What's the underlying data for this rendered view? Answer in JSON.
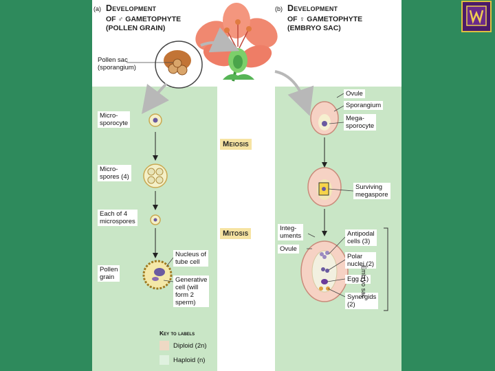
{
  "figure": {
    "part_a": {
      "marker": "(a)",
      "title_word": "Development",
      "subtitle": "OF ♂ GAMETOPHYTE\n(POLLEN GRAIN)"
    },
    "part_b": {
      "marker": "(b)",
      "title_word": "Development",
      "subtitle": "OF ♀ GAMETOPHYTE\n(EMBRYO SAC)"
    },
    "pollen_sac_label": "Pollen sac\n(sporangium)",
    "stage_labels": {
      "meiosis": "Meiosis",
      "mitosis": "Mitosis"
    },
    "male_labels": {
      "microsporocyte": "Micro-\nsporocyte",
      "microspores": "Micro-\nspores (4)",
      "each_of_4": "Each of 4\nmicrospores",
      "pollen_grain": "Pollen\ngrain",
      "nucleus_tube_cell": "Nucleus of\ntube cell",
      "generative_cell": "Generative\ncell (will\nform 2\nsperm)"
    },
    "female_labels": {
      "ovule": "Ovule",
      "sporangium": "Sporangium",
      "megasporocyte": "Mega-\nsporocyte",
      "surviving_megaspore": "Surviving\nmegaspore",
      "integuments": "Integ-\numents",
      "ovule_2": "Ovule",
      "antipodal_cells": "Antipodal\ncells (3)",
      "polar_nuclei": "Polar\nnuclei (2)",
      "egg": "Egg (1)",
      "synergids": "Synergids\n(2)",
      "embryo_sac": "Embryo sac"
    },
    "key": {
      "title": "Key to labels",
      "diploid": "Diploid (2n)",
      "haploid": "Haploid (n)",
      "diploid_color": "#eed9c4",
      "haploid_color": "#dff1df"
    }
  },
  "logo": {
    "icon": "university-crest-icon"
  }
}
